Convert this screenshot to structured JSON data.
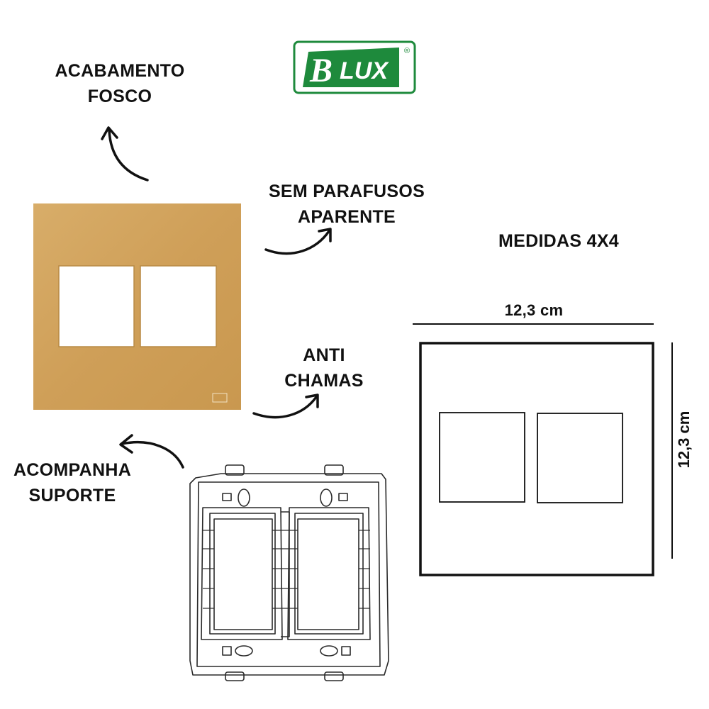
{
  "brand": {
    "logo_text": "BLUX",
    "registered_mark": "®",
    "color_green": "#1e8a3c"
  },
  "features": {
    "finish": {
      "line1": "ACABAMENTO",
      "line2": "FOSCO"
    },
    "no_screws": {
      "line1": "SEM PARAFUSOS",
      "line2": "APARENTE"
    },
    "flame": {
      "line1": "ANTI",
      "line2": "CHAMAS"
    },
    "support": {
      "line1": "ACOMPANHA",
      "line2": "SUPORTE"
    }
  },
  "dimensions": {
    "title": "MEDIDAS 4X4",
    "width_label": "12,3 cm",
    "height_label": "12,3 cm"
  },
  "product": {
    "plate_color": "#d2a55e",
    "openings": 2
  }
}
